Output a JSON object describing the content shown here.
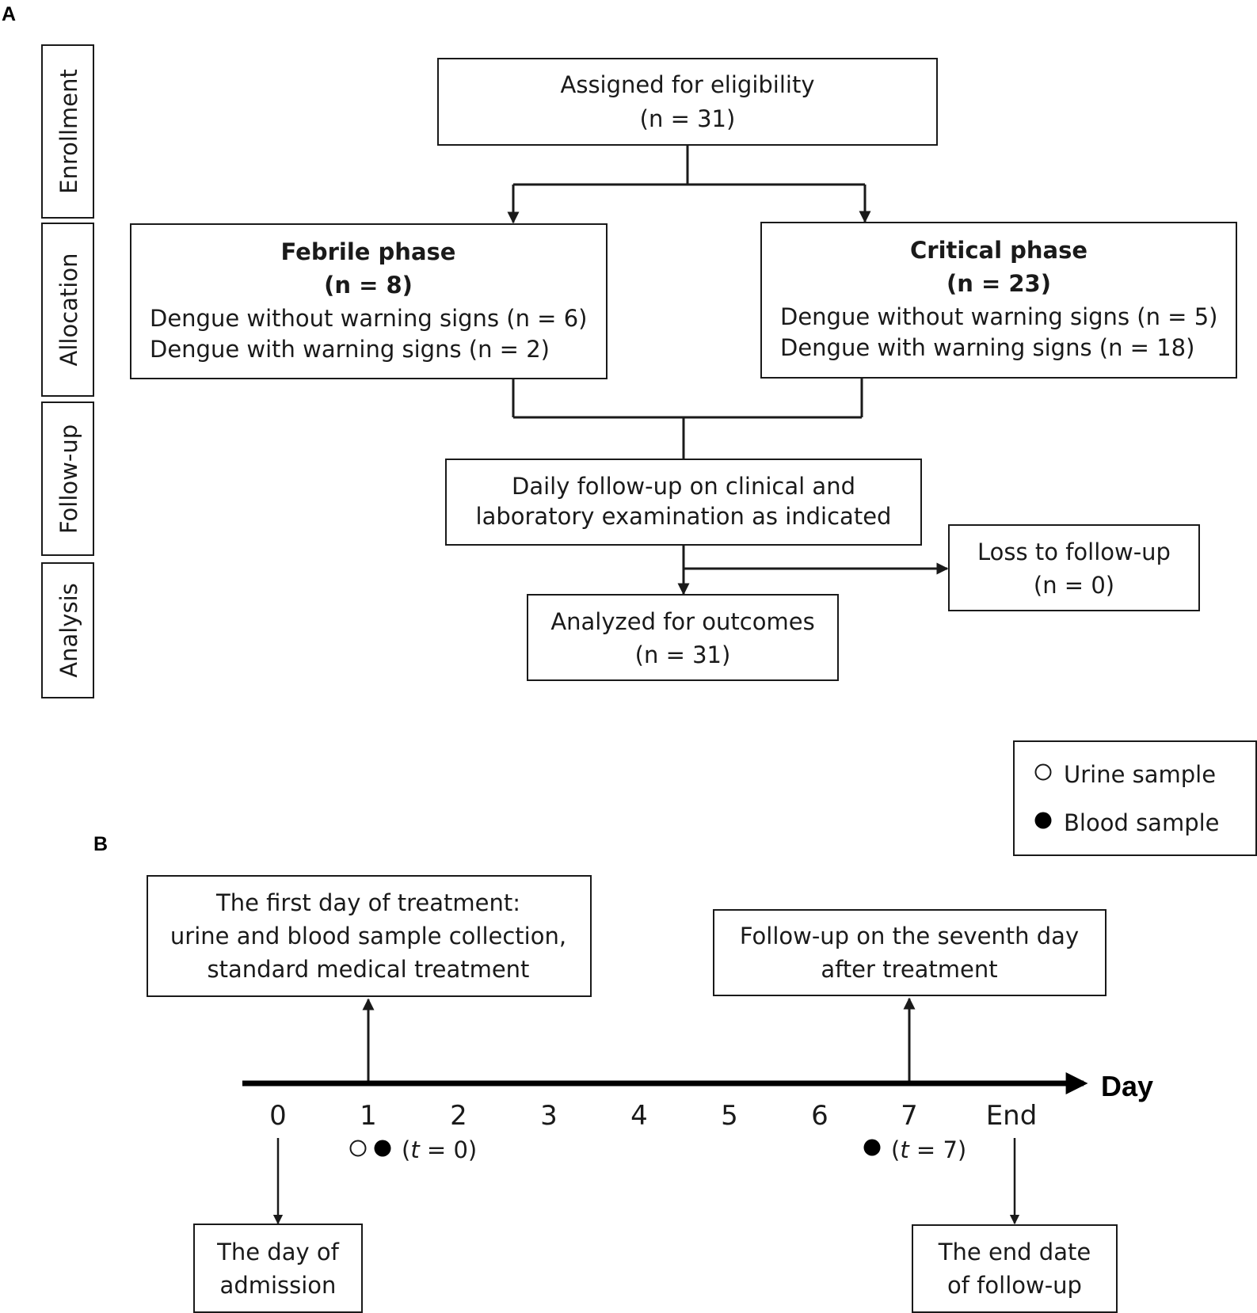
{
  "panel_a": {
    "label": "A",
    "stages": {
      "enrollment": "Enrollment",
      "allocation": "Allocation",
      "follow_up": "Follow-up",
      "analysis": "Analysis"
    },
    "eligibility": {
      "line1": "Assigned for eligibility",
      "line2": "(n = 31)"
    },
    "febrile": {
      "title": "Febrile phase",
      "n": "(n = 8)",
      "line1": "Dengue without warning signs (n = 6)",
      "line2": "Dengue with warning signs (n = 2)"
    },
    "critical": {
      "title": "Critical phase",
      "n": "(n = 23)",
      "line1": "Dengue without warning signs (n = 5)",
      "line2": "Dengue with warning signs (n = 18)"
    },
    "followup": {
      "line1": "Daily follow-up on clinical and",
      "line2": "laboratory examination as indicated"
    },
    "loss": {
      "line1": "Loss to follow-up",
      "line2": "(n = 0)"
    },
    "analyzed": {
      "line1": "Analyzed for outcomes",
      "line2": "(n = 31)"
    }
  },
  "legend": {
    "urine": "Urine sample",
    "blood": "Blood sample"
  },
  "panel_b": {
    "label": "B",
    "first_day": {
      "line1": "The first day of treatment:",
      "line2": "urine and blood sample collection,",
      "line3": "standard medical treatment"
    },
    "seventh_day": {
      "line1": "Follow-up on the seventh day",
      "line2": "after treatment"
    },
    "axis_label": "Day",
    "ticks": [
      "0",
      "1",
      "2",
      "3",
      "4",
      "5",
      "6",
      "7",
      "End"
    ],
    "t0": {
      "pre": "(",
      "var": "t",
      "post": " = 0)"
    },
    "t7": {
      "pre": "(",
      "var": "t",
      "post": " = 7)"
    },
    "admission": {
      "line1": "The day of",
      "line2": "admission"
    },
    "end_date": {
      "line1": "The end date",
      "line2": "of follow-up"
    }
  }
}
